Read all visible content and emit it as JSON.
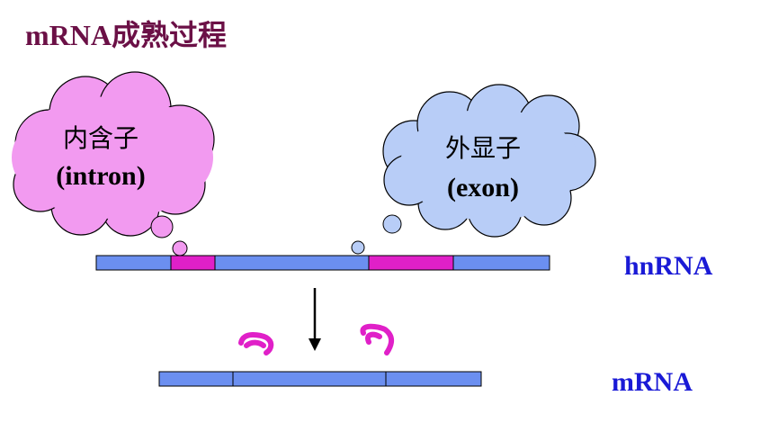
{
  "title": "mRNA成熟过程",
  "intron_cloud": {
    "line1": "内含子",
    "line2": "(intron)"
  },
  "exon_cloud": {
    "line1": "外显子",
    "line2": "(exon)"
  },
  "labels": {
    "hnrna": "hnRNA",
    "mrna": "mRNA"
  },
  "colors": {
    "exon": "#6b8ff0",
    "intron": "#e020c8",
    "intron_cloud": "#f29af0",
    "exon_cloud": "#b8cdf7",
    "title": "#6b1046",
    "label": "#1a1ad6"
  }
}
